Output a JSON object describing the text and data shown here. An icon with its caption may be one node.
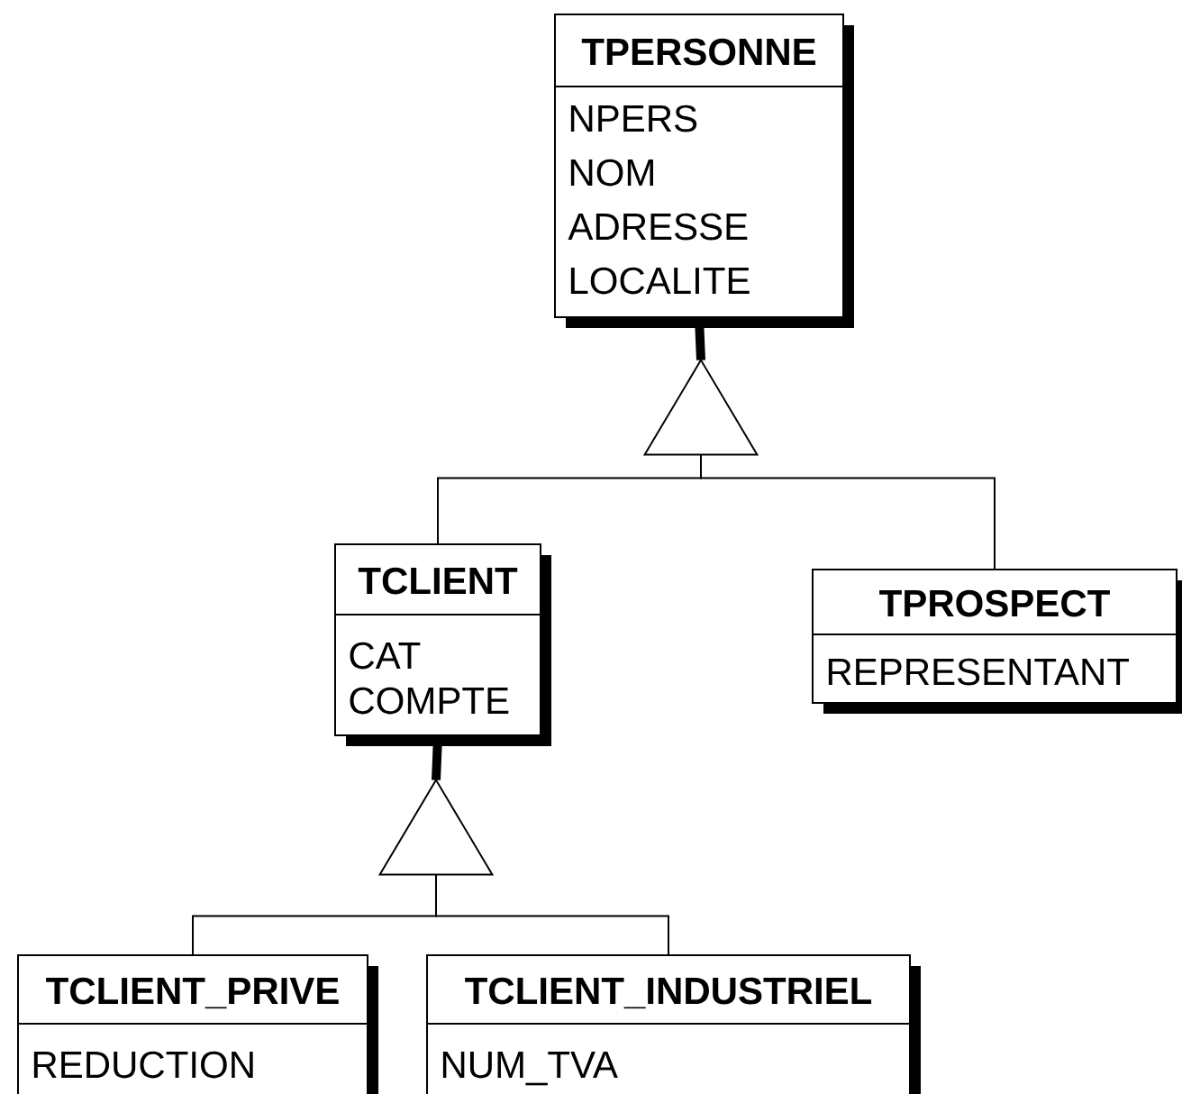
{
  "diagram": {
    "nodes": [
      {
        "text": [
          "TPERSONNE",
          "NPERS",
          "NOM",
          "ADRESSE",
          "LOCALITE"
        ]
      },
      {
        "text": [],
        "shape": "triangle"
      },
      {
        "text": [
          "TCLIENT",
          "CAT",
          "COMPTE"
        ]
      },
      {
        "text": [
          "TPROSPECT",
          "REPRESENTANT"
        ]
      },
      {
        "text": [],
        "shape": "triangle"
      },
      {
        "text": [
          "TCLIENT_PRIVE",
          "REDUCTION"
        ]
      },
      {
        "text": [
          "TCLIENT_INDUSTRIEL",
          "NUM_TVA"
        ]
      }
    ],
    "edges": [
      {
        "from": 0,
        "to": 1,
        "arrow": "none",
        "style": "thick"
      },
      {
        "from": 1,
        "to": 2,
        "arrow": "none"
      },
      {
        "from": 1,
        "to": 3,
        "arrow": "none"
      },
      {
        "from": 2,
        "to": 4,
        "arrow": "none",
        "style": "thick"
      },
      {
        "from": 4,
        "to": 5,
        "arrow": "none"
      },
      {
        "from": 4,
        "to": 6,
        "arrow": "none"
      }
    ]
  }
}
